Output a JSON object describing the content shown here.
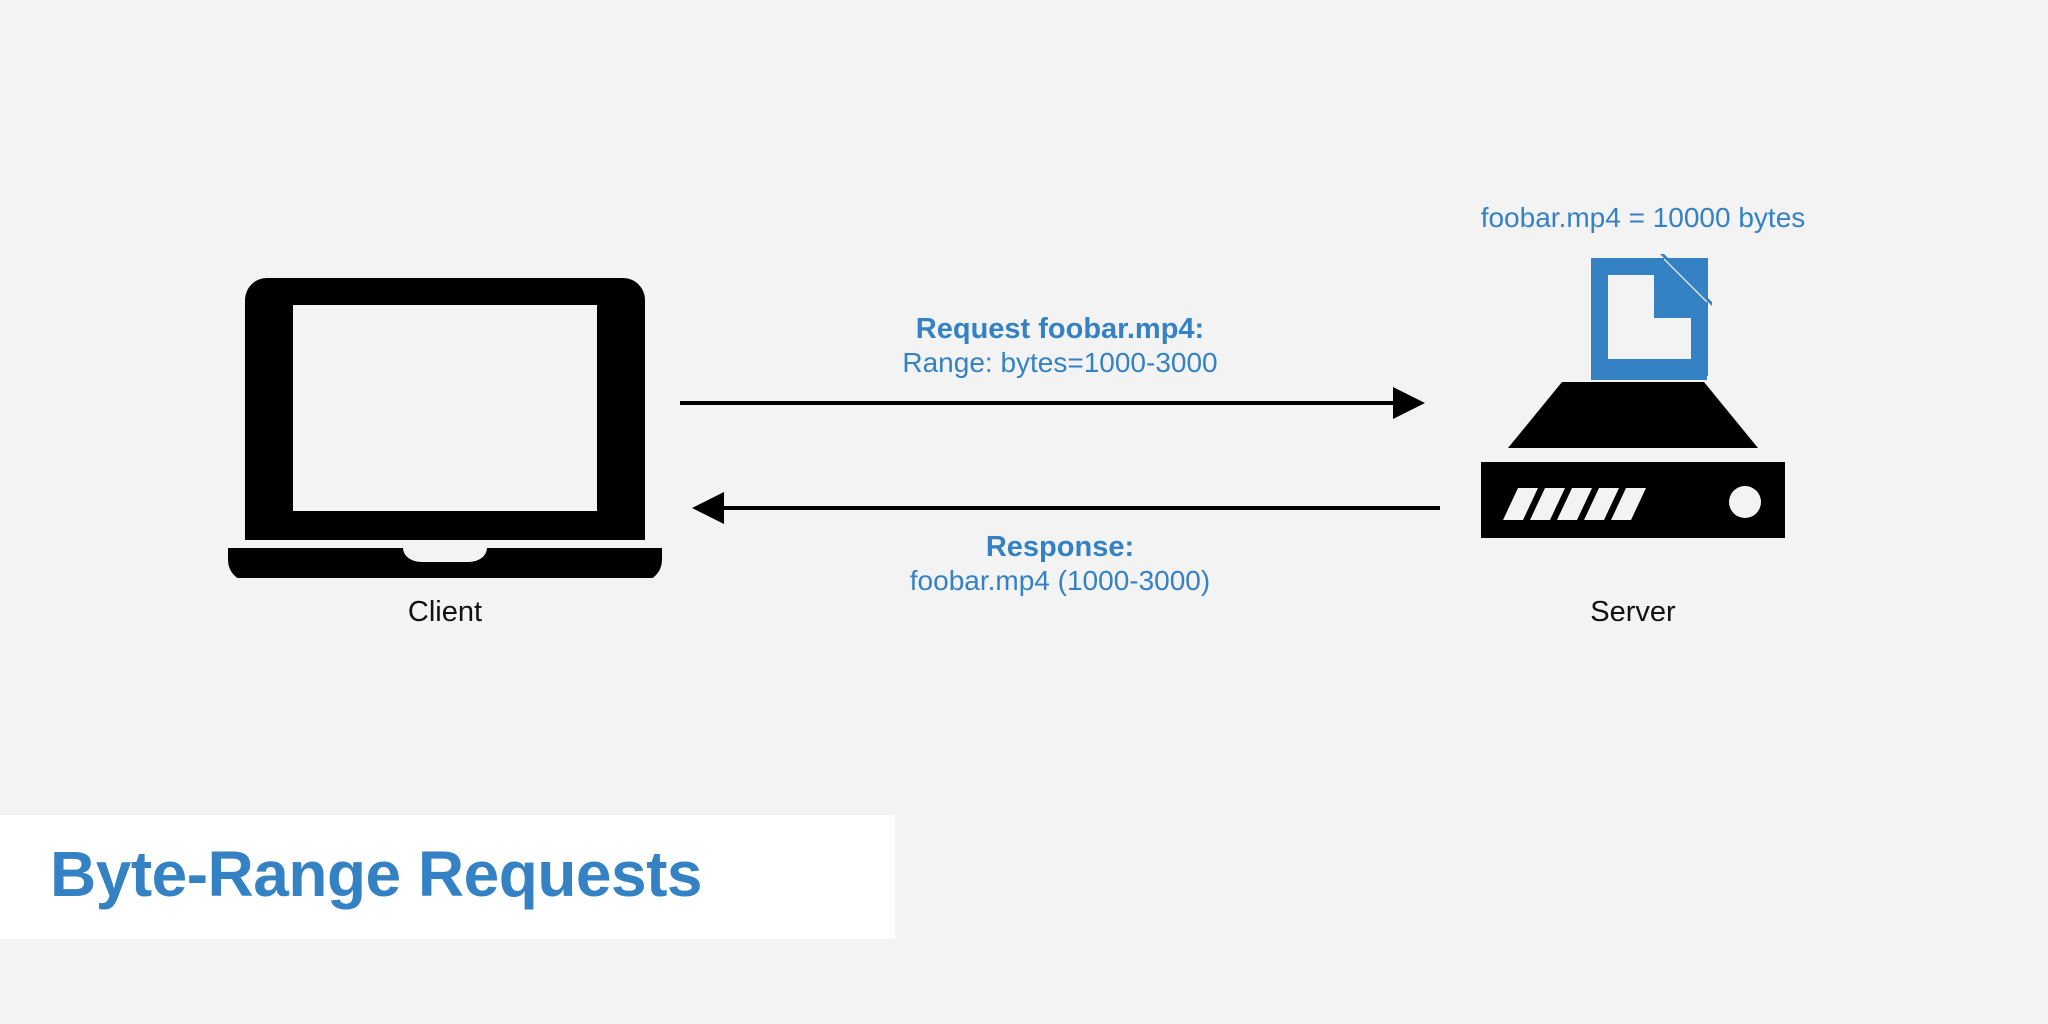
{
  "canvas": {
    "background_color": "#f3f3f3",
    "accent_color": "#3482c3",
    "ink_color": "#000000",
    "banner_color": "#ffffff"
  },
  "title": {
    "text": "Byte-Range Requests",
    "color": "#3482c3"
  },
  "nodes": {
    "client": {
      "label": "Client",
      "icon": "laptop-icon"
    },
    "server": {
      "label": "Server",
      "icon": "server-rack-icon",
      "file_icon": "document-file-icon",
      "file_note": "foobar.mp4 = 10000 bytes"
    }
  },
  "messages": [
    {
      "direction": "client-to-server",
      "title": "Request foobar.mp4:",
      "detail": "Range: bytes=1000-3000",
      "arrow": "arrow-right-icon"
    },
    {
      "direction": "server-to-client",
      "title": "Response:",
      "detail": "foobar.mp4 (1000-3000)",
      "arrow": "arrow-left-icon"
    }
  ]
}
